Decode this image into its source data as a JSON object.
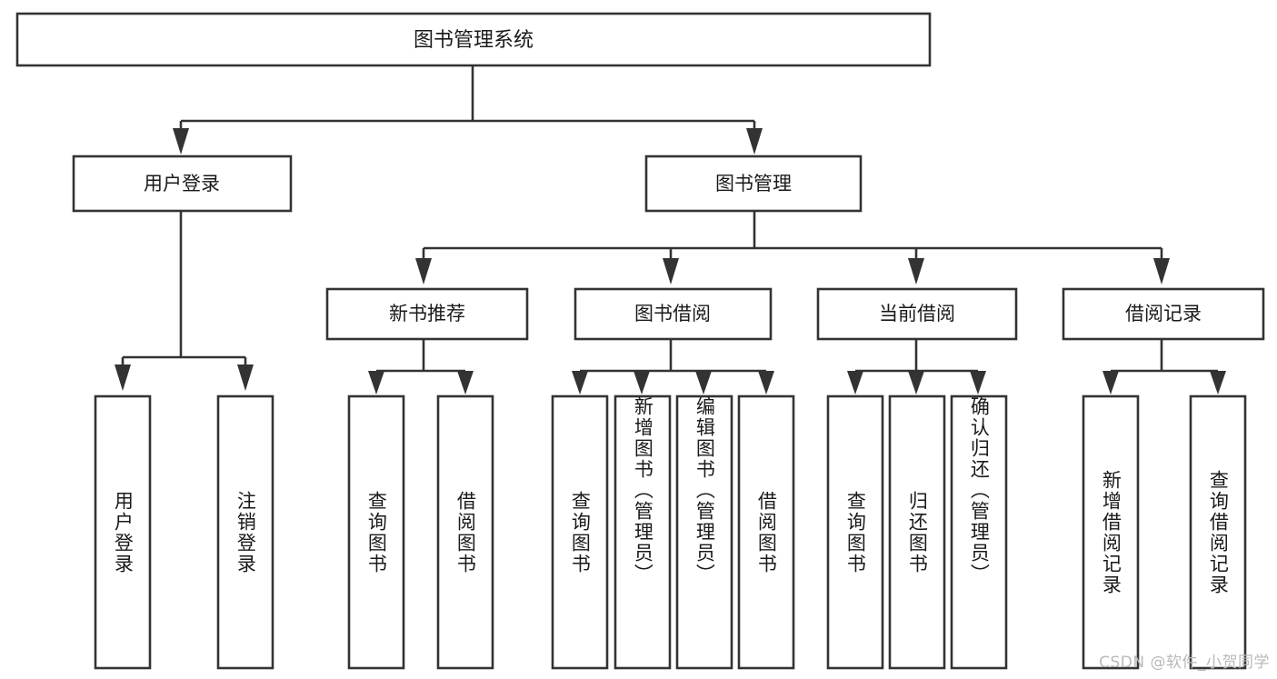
{
  "diagram": {
    "title": "图书管理系统",
    "type": "tree",
    "colors": {
      "box_stroke": "#333333",
      "box_fill": "#ffffff",
      "text": "#1a1a1a",
      "background": "#ffffff",
      "watermark": "#b9b9b9"
    },
    "root": {
      "label": "图书管理系统"
    },
    "level2": [
      {
        "label": "用户登录"
      },
      {
        "label": "图书管理"
      }
    ],
    "level3": [
      {
        "label": "新书推荐"
      },
      {
        "label": "图书借阅"
      },
      {
        "label": "当前借阅"
      },
      {
        "label": "借阅记录"
      }
    ],
    "leaves": {
      "user_login": [
        {
          "label": "用户登录"
        },
        {
          "label": "注销登录"
        }
      ],
      "new_book_recommend": [
        {
          "label": "查询图书"
        },
        {
          "label": "借阅图书"
        }
      ],
      "book_borrow": [
        {
          "label": "查询图书"
        },
        {
          "label": "新增图书（管理员）"
        },
        {
          "label": "编辑图书（管理员）"
        },
        {
          "label": "借阅图书"
        }
      ],
      "current_borrow": [
        {
          "label": "查询图书"
        },
        {
          "label": "归还图书"
        },
        {
          "label": "确认归还（管理员）"
        }
      ],
      "borrow_records": [
        {
          "label": "新增借阅记录"
        },
        {
          "label": "查询借阅记录"
        }
      ]
    },
    "watermark": "CSDN @软件_小贺同学"
  }
}
